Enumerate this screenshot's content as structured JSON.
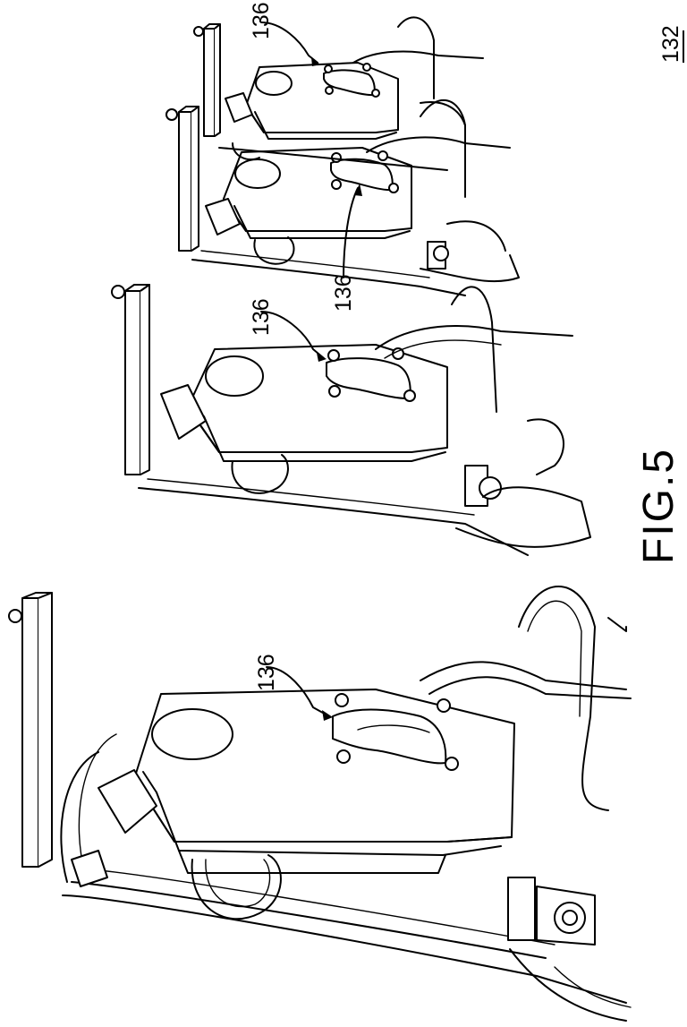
{
  "sheet_reference": "132",
  "figure_label": "FIG.5",
  "callouts": {
    "pack_1": "136",
    "pack_2": "136",
    "pack_3": "136",
    "pack_4": "136"
  }
}
